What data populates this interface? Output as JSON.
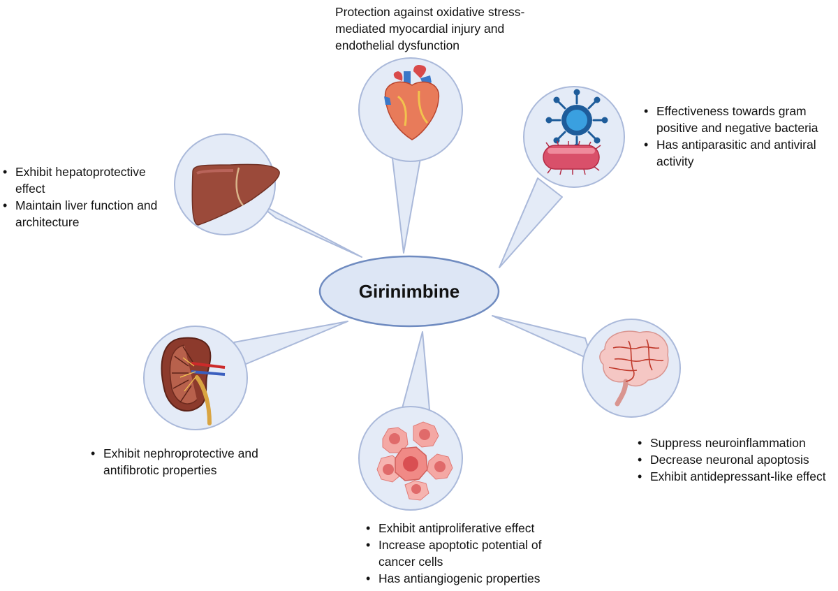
{
  "center": {
    "label": "Girinimbine"
  },
  "heart": {
    "icon": "heart-icon",
    "text": "Protection against oxidative stress-\nmediated myocardial injury and\nendothelial dysfunction"
  },
  "microbes": {
    "icon": "microbe-icon",
    "items": [
      "Effectiveness towards gram positive and negative bacteria",
      "Has antiparasitic and antiviral activity"
    ]
  },
  "liver": {
    "icon": "liver-icon",
    "items": [
      "Exhibit hepatoprotective effect",
      "Maintain liver function and architecture"
    ]
  },
  "kidney": {
    "icon": "kidney-icon",
    "items": [
      "Exhibit nephroprotective and antifibrotic  properties"
    ]
  },
  "brain": {
    "icon": "brain-icon",
    "items": [
      "Suppress neuroinflammation",
      "Decrease neuronal apoptosis",
      "Exhibit antidepressant-like effect"
    ]
  },
  "cancer": {
    "icon": "cancer-cells-icon",
    "items": [
      "Exhibit antiproliferative effect",
      "Increase apoptotic potential of cancer cells",
      "Has antiangiogenic properties"
    ]
  },
  "colors": {
    "bubble_fill": "#e4ebf7",
    "bubble_stroke": "#aab9da",
    "center_fill": "#dde6f5",
    "center_stroke": "#6f8bc0"
  }
}
